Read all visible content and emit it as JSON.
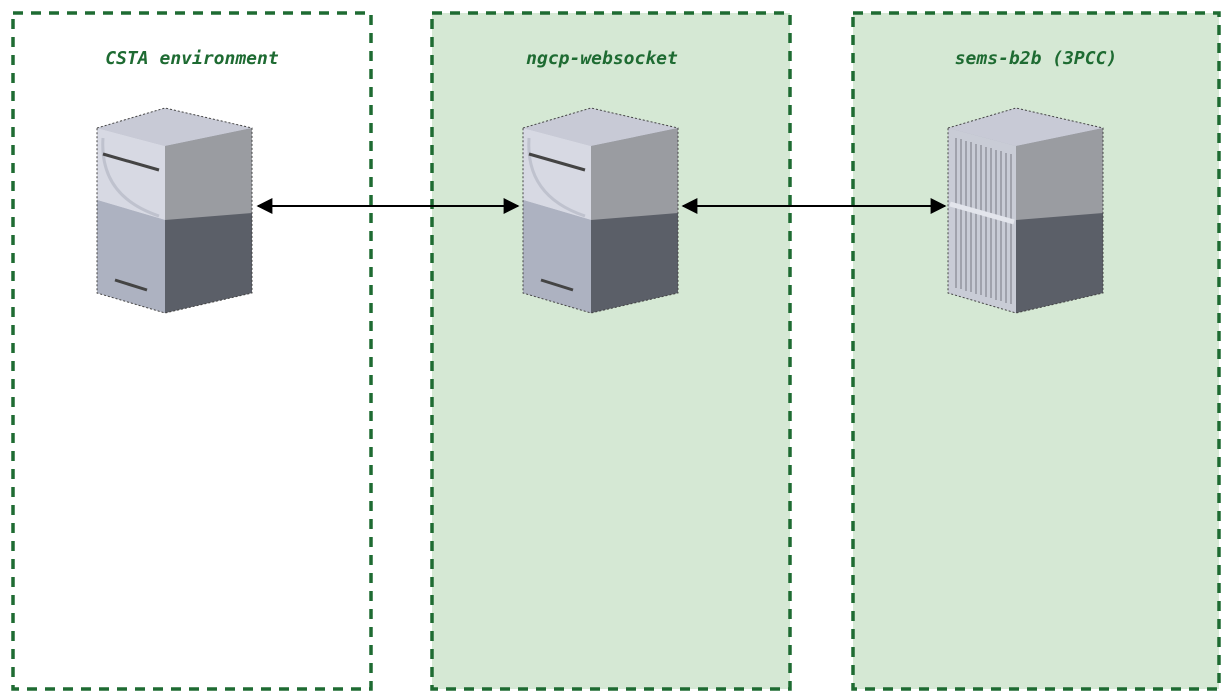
{
  "zones": [
    {
      "title": "CSTA environment",
      "filled": false
    },
    {
      "title": "ngcp-websocket",
      "filled": true
    },
    {
      "title": "sems-b2b (3PCC)",
      "filled": true
    }
  ],
  "servers": [
    {
      "icon": "server-tower-icon",
      "zone": 0
    },
    {
      "icon": "server-tower-icon",
      "zone": 1
    },
    {
      "icon": "server-rack-icon",
      "zone": 2
    }
  ],
  "connections": [
    {
      "from": "CSTA environment",
      "to": "ngcp-websocket",
      "direction": "bidirectional"
    },
    {
      "from": "ngcp-websocket",
      "to": "sems-b2b (3PCC)",
      "direction": "bidirectional"
    }
  ],
  "colors": {
    "zone_border": "#1e6b32",
    "zone_fill": "#d5e8d4",
    "title_text": "#1e6b32",
    "connector": "#000000"
  }
}
